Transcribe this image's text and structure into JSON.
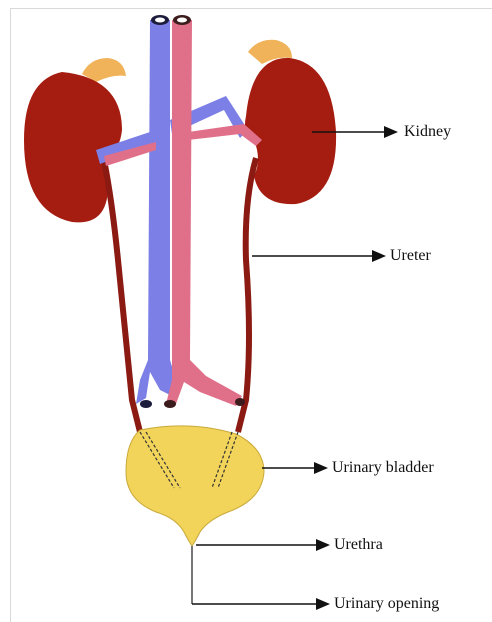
{
  "labels": {
    "kidney": "Kidney",
    "ureter": "Ureter",
    "bladder": "Urinary bladder",
    "urethra": "Urethra",
    "opening": "Urinary opening"
  },
  "colors": {
    "kidney": "#a51c10",
    "adrenal": "#f0b35a",
    "vein": "#7b7fe6",
    "artery": "#e0708a",
    "ureter": "#8a1a12",
    "bladder": "#f2d45a",
    "pointer": "#111111"
  }
}
